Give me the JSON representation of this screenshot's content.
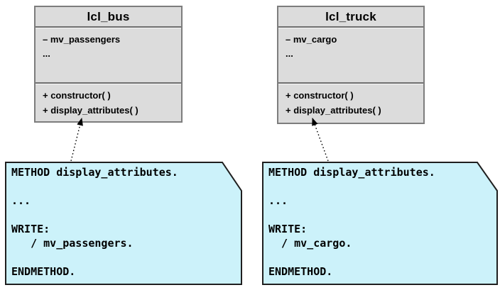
{
  "diagram": {
    "classes": [
      {
        "name": "lcl_bus",
        "attributes": [
          "– mv_passengers",
          "..."
        ],
        "methods": [
          "+ constructor( )",
          "+ display_attributes( )"
        ]
      },
      {
        "name": "lcl_truck",
        "attributes": [
          "– mv_cargo",
          "..."
        ],
        "methods": [
          "+ constructor( )",
          "+ display_attributes( )"
        ]
      }
    ],
    "notes": [
      {
        "code": "METHOD display_attributes.\n\n...\n\nWRITE:\n   / mv_passengers.\n\nENDMETHOD."
      },
      {
        "code": "METHOD display_attributes.\n\n...\n\nWRITE:\n  / mv_cargo.\n\nENDMETHOD."
      }
    ],
    "colors": {
      "class_fill": "#dcdcdc",
      "class_border": "#7d7d7d",
      "note_fill": "#ccf2fa",
      "note_border": "#1f1f1f",
      "arrow": "#000000",
      "text": "#000000"
    }
  }
}
